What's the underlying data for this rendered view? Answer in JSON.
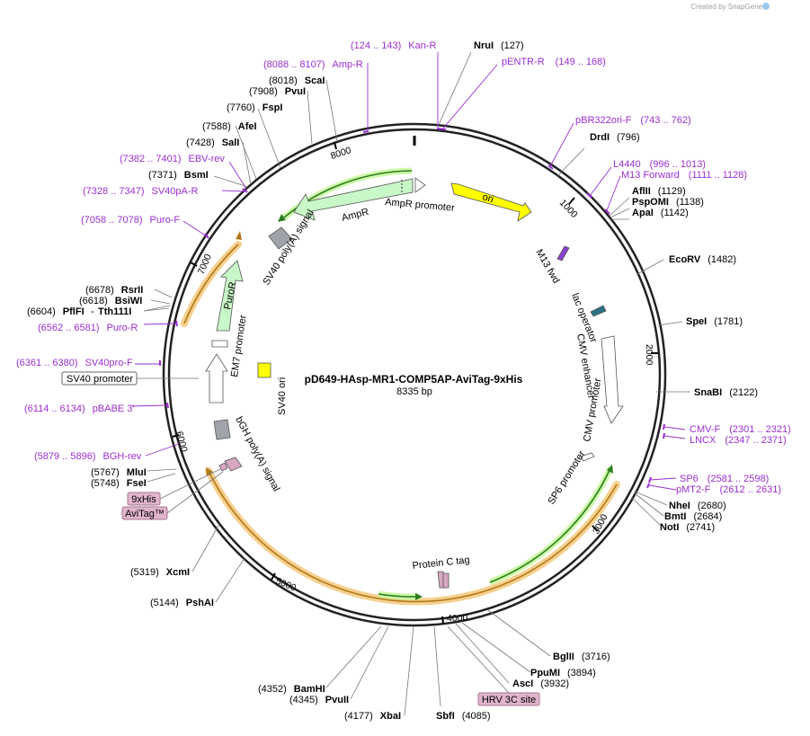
{
  "credit": "Created by SnapGene",
  "plasmid": {
    "name": "pD649-HAsp-MR1-COMP5AP-AviTag-9xHis",
    "length_label": "8335 bp"
  },
  "ticks": [
    "1000",
    "2000",
    "3000",
    "4000",
    "5000",
    "6000",
    "7000",
    "8000"
  ],
  "sites": [
    {
      "name": "NruI",
      "pos": "(127)"
    },
    {
      "name": "DrdI",
      "pos": "(796)"
    },
    {
      "name": "AflII",
      "pos": "(1129)"
    },
    {
      "name": "PspOMI",
      "pos": "(1138)"
    },
    {
      "name": "ApaI",
      "pos": "(1142)"
    },
    {
      "name": "EcoRV",
      "pos": "(1482)"
    },
    {
      "name": "SpeI",
      "pos": "(1781)"
    },
    {
      "name": "SnaBI",
      "pos": "(2122)"
    },
    {
      "name": "NheI",
      "pos": "(2680)"
    },
    {
      "name": "BmtI",
      "pos": "(2684)"
    },
    {
      "name": "NotI",
      "pos": "(2741)"
    },
    {
      "name": "BglII",
      "pos": "(3716)"
    },
    {
      "name": "PpuMI",
      "pos": "(3894)"
    },
    {
      "name": "AscI",
      "pos": "(3932)"
    },
    {
      "name": "SbfI",
      "pos": "(4085)"
    },
    {
      "name": "XbaI",
      "pos": "(4177)"
    },
    {
      "name": "PvuII",
      "pos": "(4345)"
    },
    {
      "name": "BamHI",
      "pos": "(4352)"
    },
    {
      "name": "PshAI",
      "pos": "(5144)"
    },
    {
      "name": "XcmI",
      "pos": "(5319)"
    },
    {
      "name": "FseI",
      "pos": "(5748)"
    },
    {
      "name": "MluI",
      "pos": "(5767)"
    },
    {
      "name": "PflFI",
      "pos": "(6604)"
    },
    {
      "name": "Tth111I",
      "pos": ""
    },
    {
      "name": "BsiWI",
      "pos": "(6618)"
    },
    {
      "name": "RsrII",
      "pos": "(6678)"
    },
    {
      "name": "BsmI",
      "pos": "(7371)"
    },
    {
      "name": "SalI",
      "pos": "(7428)"
    },
    {
      "name": "AfeI",
      "pos": "(7588)"
    },
    {
      "name": "FspI",
      "pos": "(7760)"
    },
    {
      "name": "PvuI",
      "pos": "(7908)"
    },
    {
      "name": "ScaI",
      "pos": "(8018)"
    }
  ],
  "primers": [
    {
      "name": "Kan-R",
      "range": "(124 .. 143)"
    },
    {
      "name": "pENTR-R",
      "range": "(149 .. 168)"
    },
    {
      "name": "Amp-R",
      "range": "(8088 .. 8107)"
    },
    {
      "name": "pBR322ori-F",
      "range": "(743 .. 762)"
    },
    {
      "name": "L4440",
      "range": "(996 .. 1013)"
    },
    {
      "name": "M13 Forward",
      "range": "(1111 .. 1128)"
    },
    {
      "name": "EBV-rev",
      "range": "(7382 .. 7401)"
    },
    {
      "name": "SV40pA-R",
      "range": "(7328 .. 7347)"
    },
    {
      "name": "Puro-F",
      "range": "(7058 .. 7078)"
    },
    {
      "name": "Puro-R",
      "range": "(6562 .. 6581)"
    },
    {
      "name": "SV40pro-F",
      "range": "(6361 .. 6380)"
    },
    {
      "name": "pBABE 3'",
      "range": "(6114 .. 6134)"
    },
    {
      "name": "BGH-rev",
      "range": "(5879 .. 5896)"
    },
    {
      "name": "CMV-F",
      "range": "(2301 .. 2321)"
    },
    {
      "name": "LNCX",
      "range": "(2347 .. 2371)"
    },
    {
      "name": "SP6",
      "range": "(2581 .. 2598)"
    },
    {
      "name": "pMT2-F",
      "range": "(2612 .. 2631)"
    }
  ],
  "boxed_labels": [
    "SV40 promoter",
    "9xHis",
    "AviTag™",
    "HRV 3C site"
  ],
  "features": [
    "ori",
    "AmpR promoter",
    "AmpR",
    "SV40 poly(A) signal",
    "PuroR",
    "EM7 promoter",
    "SV40 ori",
    "bGH poly(A) signal",
    "M13 fwd",
    "lac operator",
    "CMV enhancer",
    "CMV promoter",
    "SP6 promoter",
    "Protein C tag"
  ],
  "colors": {
    "backbone": "#222222",
    "primer": "#9a2fd2",
    "ori": "#ffff00",
    "resistance": "#c8f7c8",
    "orf_highlight": "#f5c87a",
    "promoter": "#ffffff",
    "polyA": "#a0a4aa",
    "tag": "#d7a8c0"
  }
}
